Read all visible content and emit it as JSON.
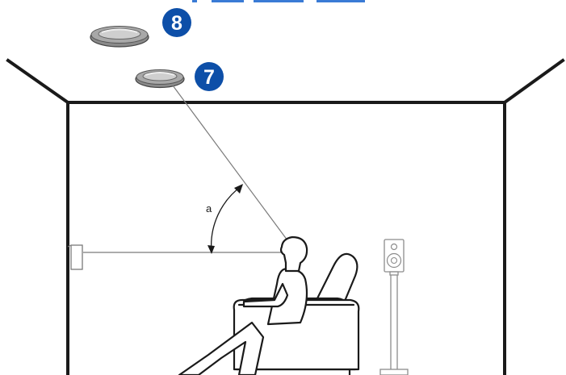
{
  "diagram": {
    "angle_label": "a",
    "speakers": [
      {
        "number": "8",
        "kind": "ceiling speaker"
      },
      {
        "number": "7",
        "kind": "ceiling speaker"
      }
    ],
    "colors": {
      "badge": "#0d4fa8",
      "wall": "#1a1a1a",
      "guide": "#7a7a7a",
      "speaker_rim": "#777777",
      "speaker_face": "#c4c4c4"
    },
    "icons": [
      "ceiling-speaker-icon",
      "wall-speaker-icon",
      "floor-speaker-icon",
      "listener-icon",
      "armchair-icon"
    ]
  }
}
